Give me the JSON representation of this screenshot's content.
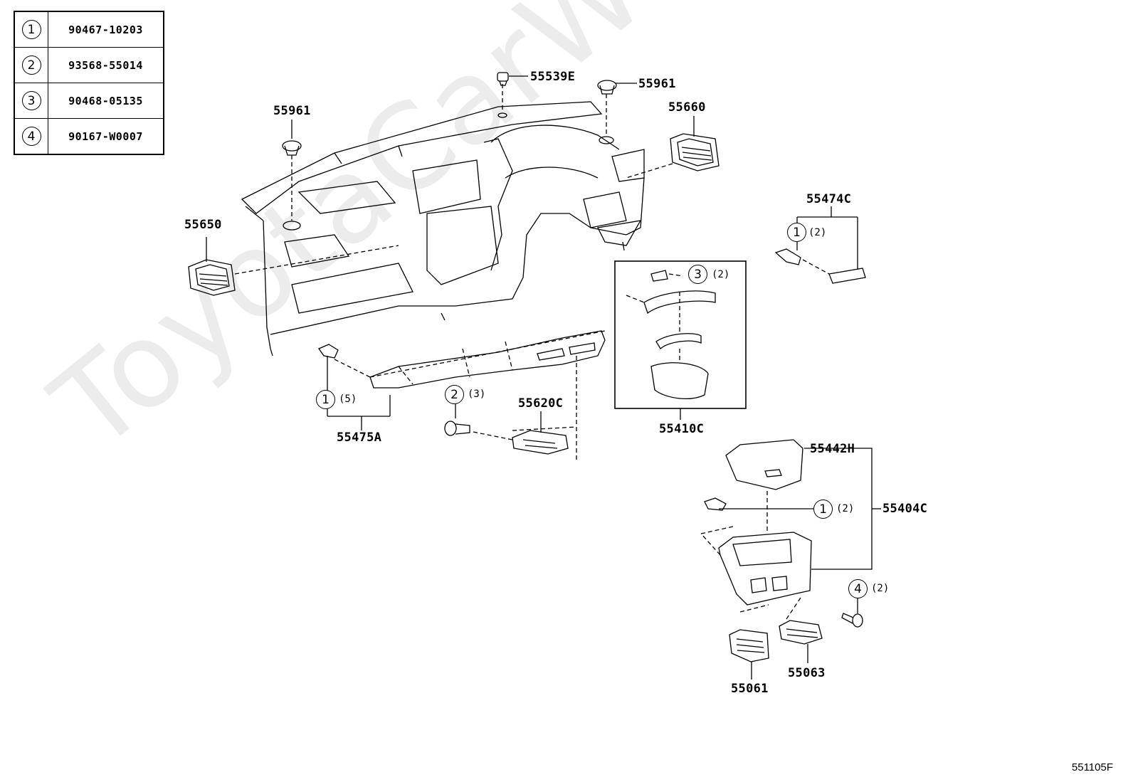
{
  "legend": [
    {
      "num": "1",
      "part": "90467-10203"
    },
    {
      "num": "2",
      "part": "93568-55014"
    },
    {
      "num": "3",
      "part": "90468-05135"
    },
    {
      "num": "4",
      "part": "90167-W0007"
    }
  ],
  "labels": {
    "p55539e": "55539E",
    "p55961_top": "55961",
    "p55961_left": "55961",
    "p55660": "55660",
    "p55474c": "55474C",
    "p55650": "55650",
    "p55475a": "55475A",
    "p55620c": "55620C",
    "p55410c": "55410C",
    "p55442h": "55442H",
    "p55404c": "55404C",
    "p55061": "55061",
    "p55063": "55063"
  },
  "callouts": {
    "c55474c": {
      "num": "1",
      "qty": "(2)"
    },
    "c55410c": {
      "num": "3",
      "qty": "(2)"
    },
    "c55475a": {
      "num": "1",
      "qty": "(5)"
    },
    "c55620c": {
      "num": "2",
      "qty": "(3)"
    },
    "c55404c": {
      "num": "1",
      "qty": "(2)"
    },
    "c_screw": {
      "num": "4",
      "qty": "(2)"
    }
  },
  "watermark": "ToyotaCarWire.ru",
  "figure_code": "551105F"
}
